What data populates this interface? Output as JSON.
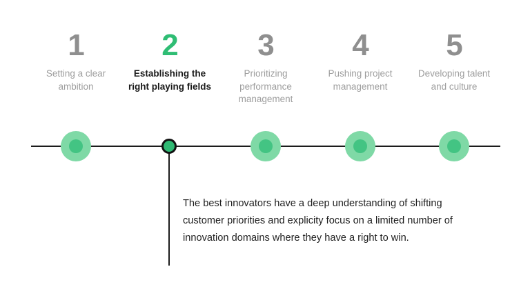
{
  "theme": {
    "background": "#ffffff",
    "accent_green": "#2fbd74",
    "marker_halo": "#7fd9a6",
    "marker_dot": "#43c483",
    "axis_black": "#1c1c1c",
    "inactive_number": "#8f8f8f",
    "inactive_label": "#9d9d9d",
    "active_label": "#1a1a1a"
  },
  "timeline": {
    "active_step_index": 1,
    "steps": [
      {
        "number": "1",
        "label": "Setting a clear ambition",
        "state": "inactive"
      },
      {
        "number": "2",
        "label": "Establishing the right playing fields",
        "state": "active"
      },
      {
        "number": "3",
        "label": "Prioritizing performance management",
        "state": "inactive"
      },
      {
        "number": "4",
        "label": "Pushing project management",
        "state": "inactive"
      },
      {
        "number": "5",
        "label": "Developing talent and culture",
        "state": "inactive"
      }
    ]
  },
  "detail": {
    "body": "The best innovators have a deep understanding of shifting customer priorities and explicity focus on a limited number of innovation domains where they have a right to win."
  }
}
